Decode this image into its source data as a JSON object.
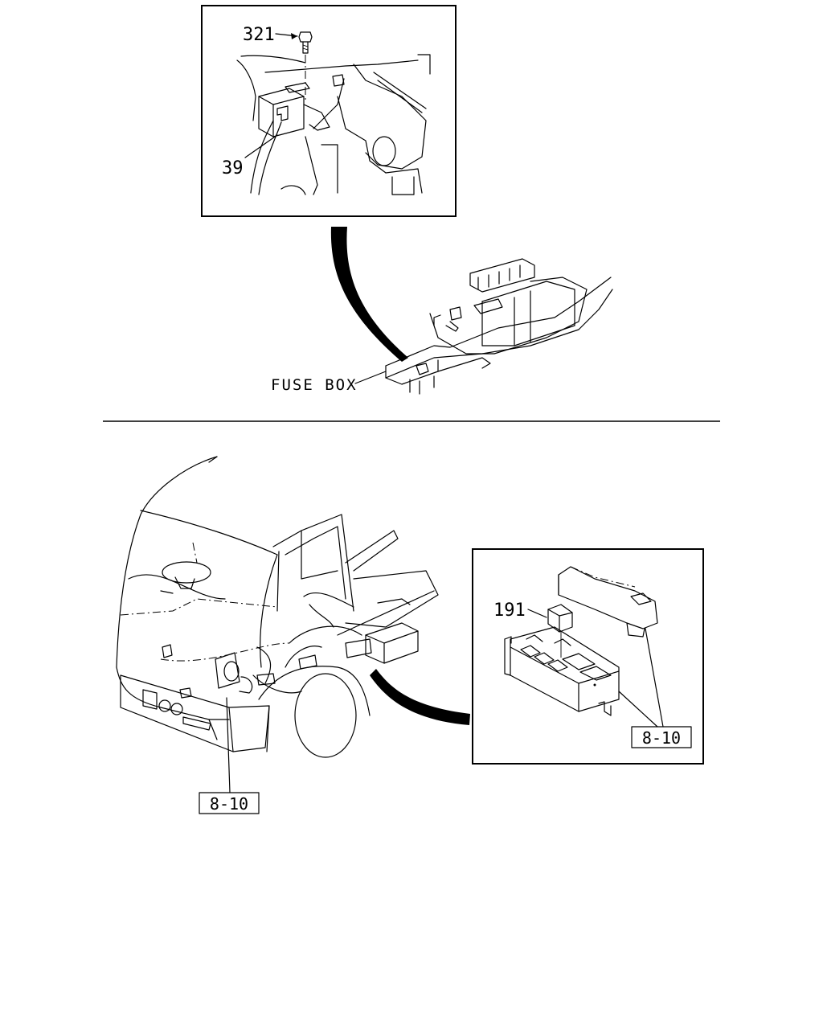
{
  "diagram": {
    "top": {
      "callouts": {
        "bolt": "321",
        "relay_part": "39",
        "fuse_box": "FUSE BOX"
      }
    },
    "bottom": {
      "callouts": {
        "relay": "191",
        "ref_detail": "8-10",
        "ref_main": "8-10"
      }
    }
  }
}
